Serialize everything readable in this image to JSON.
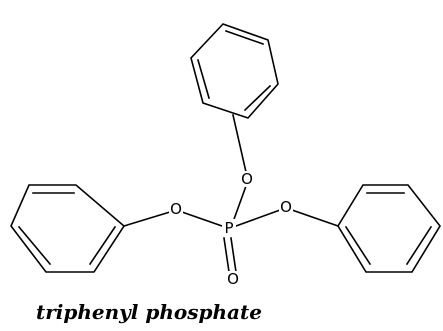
{
  "diagram": {
    "caption": "triphenyl phosphate",
    "atoms": {
      "phosphorus": "P",
      "oxygen_top": "O",
      "oxygen_left": "O",
      "oxygen_right": "O",
      "oxygen_double": "O"
    }
  },
  "colors": {
    "line": "#000000",
    "background": "#ffffff"
  }
}
